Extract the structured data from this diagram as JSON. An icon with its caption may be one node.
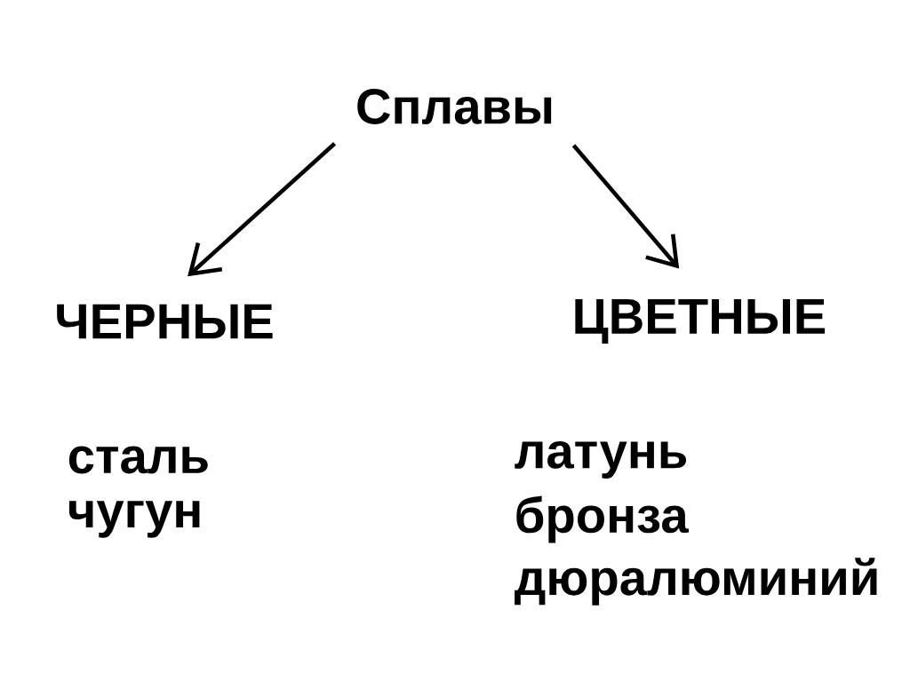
{
  "diagram": {
    "nodes": [
      {
        "text": [
          "Сплавы"
        ]
      },
      {
        "text": [
          "ЧЕРНЫЕ"
        ]
      },
      {
        "text": [
          "ЦВЕТНЫЕ"
        ]
      }
    ],
    "edges": [
      {
        "from": 0,
        "to": 1,
        "arrow": "to"
      },
      {
        "from": 0,
        "to": 2,
        "arrow": "to"
      }
    ],
    "labels": [
      "сталь",
      "латунь",
      "чугун",
      "бронза",
      "дюралюминий"
    ]
  }
}
